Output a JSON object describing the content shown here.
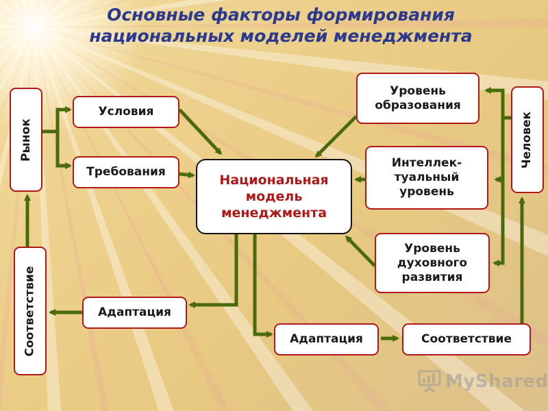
{
  "title": "Основные факторы формирования\nнациональных моделей менеджмента",
  "center": "Национальная\nмодель\nменеджмента",
  "left": {
    "market": "Рынок",
    "conditions": "Условия",
    "requirements": "Требования",
    "adaptation": "Адаптация",
    "correspondence": "Соответствие"
  },
  "right": {
    "person": "Человек",
    "education": "Уровень\nобразования",
    "intellect": "Интеллек-\nтуальный\nуровень",
    "spiritual": "Уровень\nдуховного\nразвития",
    "adaptation": "Адаптация",
    "correspondence": "Соответствие"
  },
  "logo": "MyShared",
  "colors": {
    "arrow": "#4a6b0c",
    "border": "#b01818",
    "title": "#2b3a8f"
  }
}
